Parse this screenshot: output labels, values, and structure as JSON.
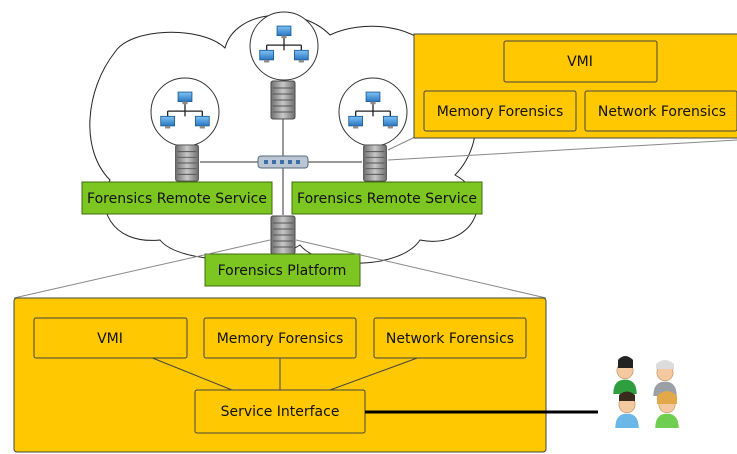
{
  "cloud": {
    "remote_service_left": "Forensics Remote Service",
    "remote_service_right": "Forensics Remote Service"
  },
  "platform": {
    "label": "Forensics Platform"
  },
  "remote_panel": {
    "vmi": "VMI",
    "memory": "Memory Forensics",
    "network": "Network Forensics"
  },
  "platform_panel": {
    "vmi": "VMI",
    "memory": "Memory Forensics",
    "network": "Network Forensics",
    "service_interface": "Service Interface"
  },
  "colors": {
    "panel_fill": "#FFC800",
    "green_box": "#7DC520",
    "server": "#8a8a8a",
    "monitor": "#3d8fd6"
  },
  "icons": [
    "network-computers-icon",
    "server-icon",
    "switch-icon",
    "users-group-icon"
  ]
}
